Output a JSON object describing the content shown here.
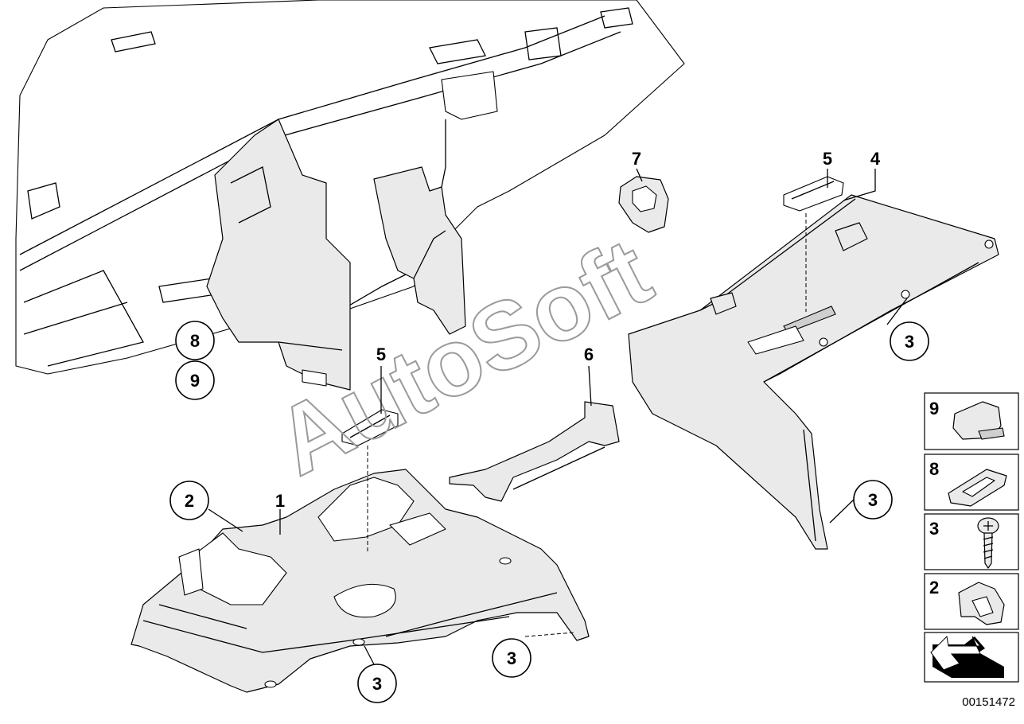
{
  "diagram": {
    "watermark": "AutoSoft",
    "document_number": "00151472",
    "callouts": [
      {
        "id": "c1",
        "label": "1"
      },
      {
        "id": "c2",
        "label": "2"
      },
      {
        "id": "c3a",
        "label": "3"
      },
      {
        "id": "c3b",
        "label": "3"
      },
      {
        "id": "c3c",
        "label": "3"
      },
      {
        "id": "c3d",
        "label": "3"
      },
      {
        "id": "c4",
        "label": "4"
      },
      {
        "id": "c5a",
        "label": "5"
      },
      {
        "id": "c5b",
        "label": "5"
      },
      {
        "id": "c6",
        "label": "6"
      },
      {
        "id": "c7",
        "label": "7"
      },
      {
        "id": "c8",
        "label": "8"
      },
      {
        "id": "c9",
        "label": "9"
      }
    ],
    "legend": [
      {
        "label": "9",
        "icon": "clip-nut-icon"
      },
      {
        "label": "8",
        "icon": "spring-clip-icon"
      },
      {
        "label": "3",
        "icon": "screw-icon"
      },
      {
        "label": "2",
        "icon": "bracket-clip-icon"
      },
      {
        "label": "",
        "icon": "direction-arrow-icon"
      }
    ]
  }
}
